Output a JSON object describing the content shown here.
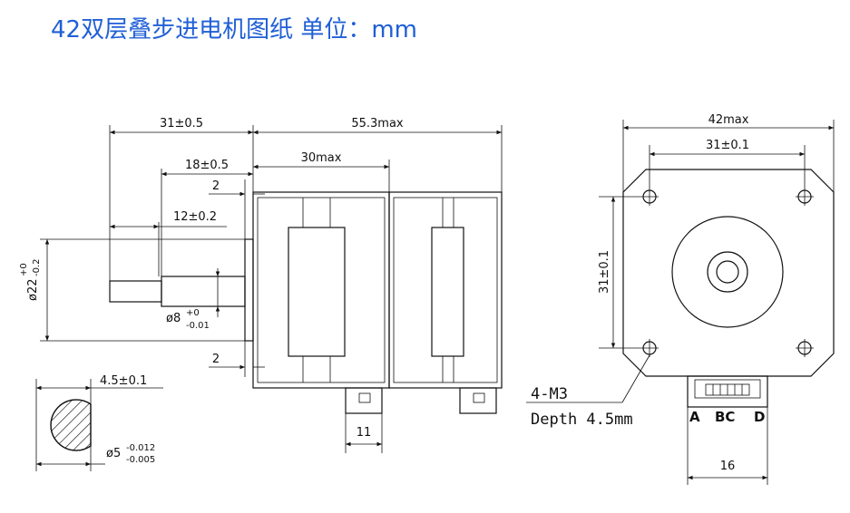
{
  "title": "42双层叠步进电机图纸 单位：mm",
  "side_view": {
    "dim_shaft_total": "31±0.5",
    "dim_shaft_18": "18±0.5",
    "dim_shaft_12": "12±0.2",
    "dim_boss_2_top": "2",
    "dim_boss_2_bottom": "2",
    "dim_body_length": "55.3max",
    "dim_first_stack": "30max",
    "dim_boss_dia": "ø22",
    "dim_boss_dia_tol_upper": "+0",
    "dim_boss_dia_tol_lower": "-0.2",
    "dim_shaft_dia": "ø8",
    "dim_shaft_dia_tol_upper": "+0",
    "dim_shaft_dia_tol_lower": "-0.01",
    "dim_connector": "11"
  },
  "section_view": {
    "dim_flat": "4.5±0.1",
    "dim_dia": "ø5",
    "dim_dia_tol_upper": "-0.012",
    "dim_dia_tol_lower": "-0.005"
  },
  "front_view": {
    "dim_width": "42max",
    "dim_hole_spacing_h": "31±0.1",
    "dim_hole_spacing_v": "31±0.1",
    "hole_note_line1": "4-M3",
    "hole_note_line2": "Depth  4.5mm",
    "pin_a": "A",
    "pin_bc": "BC",
    "pin_d": "D",
    "dim_connector": "16"
  }
}
